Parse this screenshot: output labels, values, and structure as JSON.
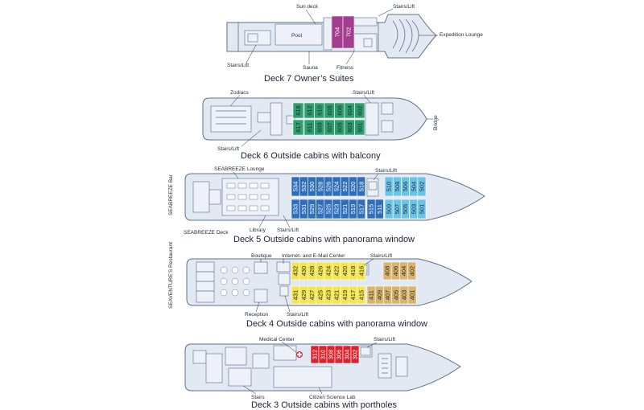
{
  "colors": {
    "suite": "#a33d8f",
    "balcony": "#2e9e6d",
    "panorama5": "#2f6fba",
    "panorama5_fore": "#6cc3e8",
    "panorama4": "#f4e44d",
    "panorama4_fore": "#d9b46a",
    "porthole": "#d9242e",
    "hull": "#e3e9f3",
    "outline": "#5c6f8c"
  },
  "decks": [
    {
      "title": "Deck 7 Owner’s Suites",
      "labels": [
        "Sun deck",
        "Stairs/Lift",
        "Pool",
        "Expedition Lounge",
        "Stairs/Lift",
        "Sauna",
        "Fitness"
      ],
      "cabins": [
        {
          "n": "704"
        },
        {
          "n": "702"
        }
      ]
    },
    {
      "title": "Deck 6 Outside cabins with balcony",
      "labels": [
        "Zodiacs",
        "Stairs/Lift",
        "Bridge",
        "Stairs/Lift"
      ],
      "cabins": [
        {
          "n": "618"
        },
        {
          "n": "616"
        },
        {
          "n": "612"
        },
        {
          "n": "610"
        },
        {
          "n": "608"
        },
        {
          "n": "606"
        },
        {
          "n": "604"
        },
        {
          "n": "602"
        },
        {
          "n": "617"
        },
        {
          "n": "615"
        },
        {
          "n": "611"
        },
        {
          "n": "609"
        },
        {
          "n": "607"
        },
        {
          "n": "605"
        },
        {
          "n": "603"
        },
        {
          "n": "601"
        }
      ]
    },
    {
      "title": "Deck 5 Outside cabins with panorama window",
      "labels": [
        "SEABREEZE Lounge",
        "Stairs/Lift",
        "SEABREEZE Bar",
        "Library",
        "Stairs/Lift",
        "SEABREEZE Deck"
      ],
      "cabins": [
        {
          "n": "534"
        },
        {
          "n": "532"
        },
        {
          "n": "530"
        },
        {
          "n": "528"
        },
        {
          "n": "526"
        },
        {
          "n": "524"
        },
        {
          "n": "522"
        },
        {
          "n": "520"
        },
        {
          "n": "518"
        },
        {
          "n": "533"
        },
        {
          "n": "531"
        },
        {
          "n": "529"
        },
        {
          "n": "527"
        },
        {
          "n": "525"
        },
        {
          "n": "523"
        },
        {
          "n": "521"
        },
        {
          "n": "519"
        },
        {
          "n": "517"
        },
        {
          "n": "515"
        },
        {
          "n": "511"
        },
        {
          "n": "510"
        },
        {
          "n": "508"
        },
        {
          "n": "506"
        },
        {
          "n": "504"
        },
        {
          "n": "502"
        },
        {
          "n": "509"
        },
        {
          "n": "507"
        },
        {
          "n": "505"
        },
        {
          "n": "503"
        },
        {
          "n": "501"
        }
      ]
    },
    {
      "title": "Deck 4 Outside cabins with panorama window",
      "labels": [
        "Boutique",
        "Internet- and E-Mail Center",
        "Stairs/Lift",
        "SEAVENTURE’S Restaurant",
        "Reception",
        "Stairs/Lift"
      ],
      "cabins": [
        {
          "n": "432"
        },
        {
          "n": "430"
        },
        {
          "n": "428"
        },
        {
          "n": "426"
        },
        {
          "n": "424"
        },
        {
          "n": "422"
        },
        {
          "n": "420"
        },
        {
          "n": "418"
        },
        {
          "n": "416"
        },
        {
          "n": "431"
        },
        {
          "n": "429"
        },
        {
          "n": "427"
        },
        {
          "n": "425"
        },
        {
          "n": "423"
        },
        {
          "n": "421"
        },
        {
          "n": "419"
        },
        {
          "n": "417"
        },
        {
          "n": "415"
        },
        {
          "n": "408"
        },
        {
          "n": "406"
        },
        {
          "n": "404"
        },
        {
          "n": "402"
        },
        {
          "n": "411"
        },
        {
          "n": "409"
        },
        {
          "n": "407"
        },
        {
          "n": "405"
        },
        {
          "n": "403"
        },
        {
          "n": "401"
        }
      ]
    },
    {
      "title": "Deck 3 Outside cabins with portholes",
      "labels": [
        "Medical Center",
        "Stairs/Lift",
        "Stairs",
        "Citizen Science Lab"
      ],
      "cabins": [
        {
          "n": "312"
        },
        {
          "n": "310"
        },
        {
          "n": "308"
        },
        {
          "n": "306"
        },
        {
          "n": "304"
        },
        {
          "n": "302"
        }
      ]
    }
  ]
}
